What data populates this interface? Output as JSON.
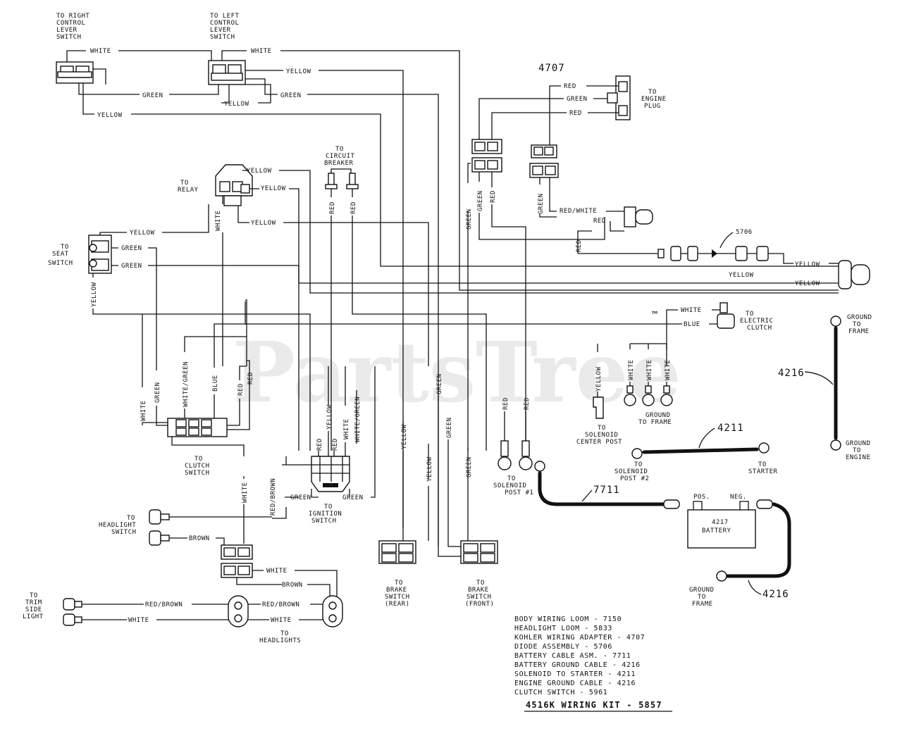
{
  "watermark": "PartsTree",
  "watermark_tm": "™",
  "connections": {
    "right_control_1": "TO RIGHT",
    "right_control_2": "CONTROL",
    "right_control_3": "LEVER",
    "right_control_4": "SWITCH",
    "left_control_1": "TO LEFT",
    "left_control_2": "CONTROL",
    "left_control_3": "LEVER",
    "left_control_4": "SWITCH",
    "relay_1": "TO",
    "relay_2": "RELAY",
    "circuit_breaker_1": "TO",
    "circuit_breaker_2": "CIRCUIT",
    "circuit_breaker_3": "BREAKER",
    "seat_switch_1": "TO",
    "seat_switch_2": "SEAT",
    "seat_switch_3": "SWITCH",
    "engine_plug_1": "TO",
    "engine_plug_2": "ENGINE",
    "engine_plug_3": "PLUG",
    "electric_clutch_1": "TO",
    "electric_clutch_2": "ELECTRIC",
    "electric_clutch_3": "CLUTCH",
    "ground_frame_1": "GROUND",
    "ground_frame_2": "TO",
    "ground_frame_3": "FRAME",
    "ground_engine_1": "GROUND",
    "ground_engine_2": "TO",
    "ground_engine_3": "ENGINE",
    "solenoid_center_1": "TO",
    "solenoid_center_2": "SOLENOID",
    "solenoid_center_3": "CENTER POST",
    "ground_frame_mid_1": "GROUND",
    "ground_frame_mid_2": "TO FRAME",
    "clutch_switch_1": "TO",
    "clutch_switch_2": "CLUTCH",
    "clutch_switch_3": "SWITCH",
    "ignition_1": "TO",
    "ignition_2": "IGNITION",
    "ignition_3": "SWITCH",
    "solenoid_post1_1": "TO",
    "solenoid_post1_2": "SOLENOID",
    "solenoid_post1_3": "POST #1",
    "solenoid_post2_1": "TO",
    "solenoid_post2_2": "SOLENOID",
    "solenoid_post2_3": "POST #2",
    "starter_1": "TO",
    "starter_2": "STARTER",
    "headlight_switch_1": "TO",
    "headlight_switch_2": "HEADLIGHT",
    "headlight_switch_3": "SWITCH",
    "brake_rear_1": "TO",
    "brake_rear_2": "BRAKE",
    "brake_rear_3": "SWITCH",
    "brake_rear_4": "(REAR)",
    "brake_front_1": "TO",
    "brake_front_2": "BRAKE",
    "brake_front_3": "SWITCH",
    "brake_front_4": "(FRONT)",
    "trim_1": "TO",
    "trim_2": "TRIM",
    "trim_3": "SIDE",
    "trim_4": "LIGHT",
    "headlights_1": "TO",
    "headlights_2": "HEADLIGHTS",
    "battery_ground_1": "GROUND",
    "battery_ground_2": "TO",
    "battery_ground_3": "FRAME",
    "battery_pos": "POS.",
    "battery_neg": "NEG.",
    "battery_1": "4217",
    "battery_2": "BATTERY"
  },
  "wires": {
    "white": "WHITE",
    "yellow": "YELLOW",
    "green": "GREEN",
    "red": "RED",
    "blue": "BLUE",
    "brown": "BROWN",
    "red_white": "RED/WHITE",
    "white_green": "WHITE/GREEN",
    "red_brown": "RED/BROWN"
  },
  "part_numbers": {
    "p4707": "4707",
    "p5706": "5706",
    "p4216": "4216",
    "p4211": "4211",
    "p7711": "7711"
  },
  "legend": [
    "BODY WIRING LOOM - 7150",
    "HEADLIGHT LOOM - 5833",
    "KOHLER WIRING ADAPTER - 4707",
    "DIODE ASSEMBLY - 5706",
    "BATTERY CABLE ASM. - 7711",
    "BATTERY GROUND CABLE - 4216",
    "SOLENOID TO STARTER - 4211",
    "ENGINE GROUND CABLE - 4216",
    "CLUTCH SWITCH - 5961"
  ],
  "kit_title": "4516K WIRING KIT - 5857"
}
